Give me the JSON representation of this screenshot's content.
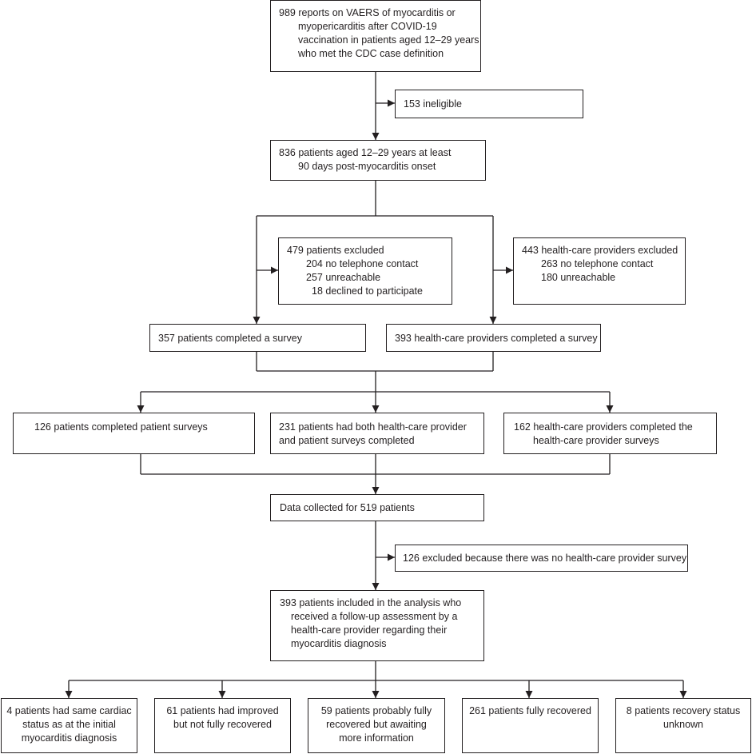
{
  "boxes": {
    "reports": [
      "989 reports on VAERS of myocarditis or",
      "myopericarditis after COVID-19",
      "vaccination in patients aged 12–29 years",
      "who met the CDC case definition"
    ],
    "ineligible": [
      "153 ineligible"
    ],
    "patients836": [
      "836 patients aged 12–29 years at least",
      "90 days post-myocarditis onset"
    ],
    "patients_excluded": [
      "479 patients excluded",
      "204 no telephone contact",
      "257 unreachable",
      "18 declined to participate"
    ],
    "hcp_excluded": [
      "443 health-care providers excluded",
      "263 no telephone contact",
      "180 unreachable"
    ],
    "patients_survey": [
      "357 patients completed a survey"
    ],
    "hcp_survey": [
      "393 health-care providers completed a survey"
    ],
    "patient_only": [
      "126 patients completed patient surveys"
    ],
    "both": [
      "231 patients had both health-care provider",
      "and patient surveys completed"
    ],
    "hcp_only": [
      "162 health-care providers completed the",
      "health-care provider surveys"
    ],
    "data519": [
      "Data collected for 519 patients"
    ],
    "excluded126": [
      "126 excluded because there was no health-care provider survey"
    ],
    "included393": [
      "393 patients included in the analysis who",
      "received a follow-up assessment by a",
      "health-care provider regarding their",
      "myocarditis diagnosis"
    ],
    "outcome_same": [
      "4 patients had same cardiac",
      "status as at the initial",
      "myocarditis diagnosis"
    ],
    "outcome_improved": [
      "61 patients had improved",
      "but not fully recovered"
    ],
    "outcome_probably": [
      "59 patients probably fully",
      "recovered but awaiting",
      "more information"
    ],
    "outcome_full": [
      "261 patients fully recovered"
    ],
    "outcome_unknown": [
      "8 patients recovery status",
      "unknown"
    ]
  }
}
